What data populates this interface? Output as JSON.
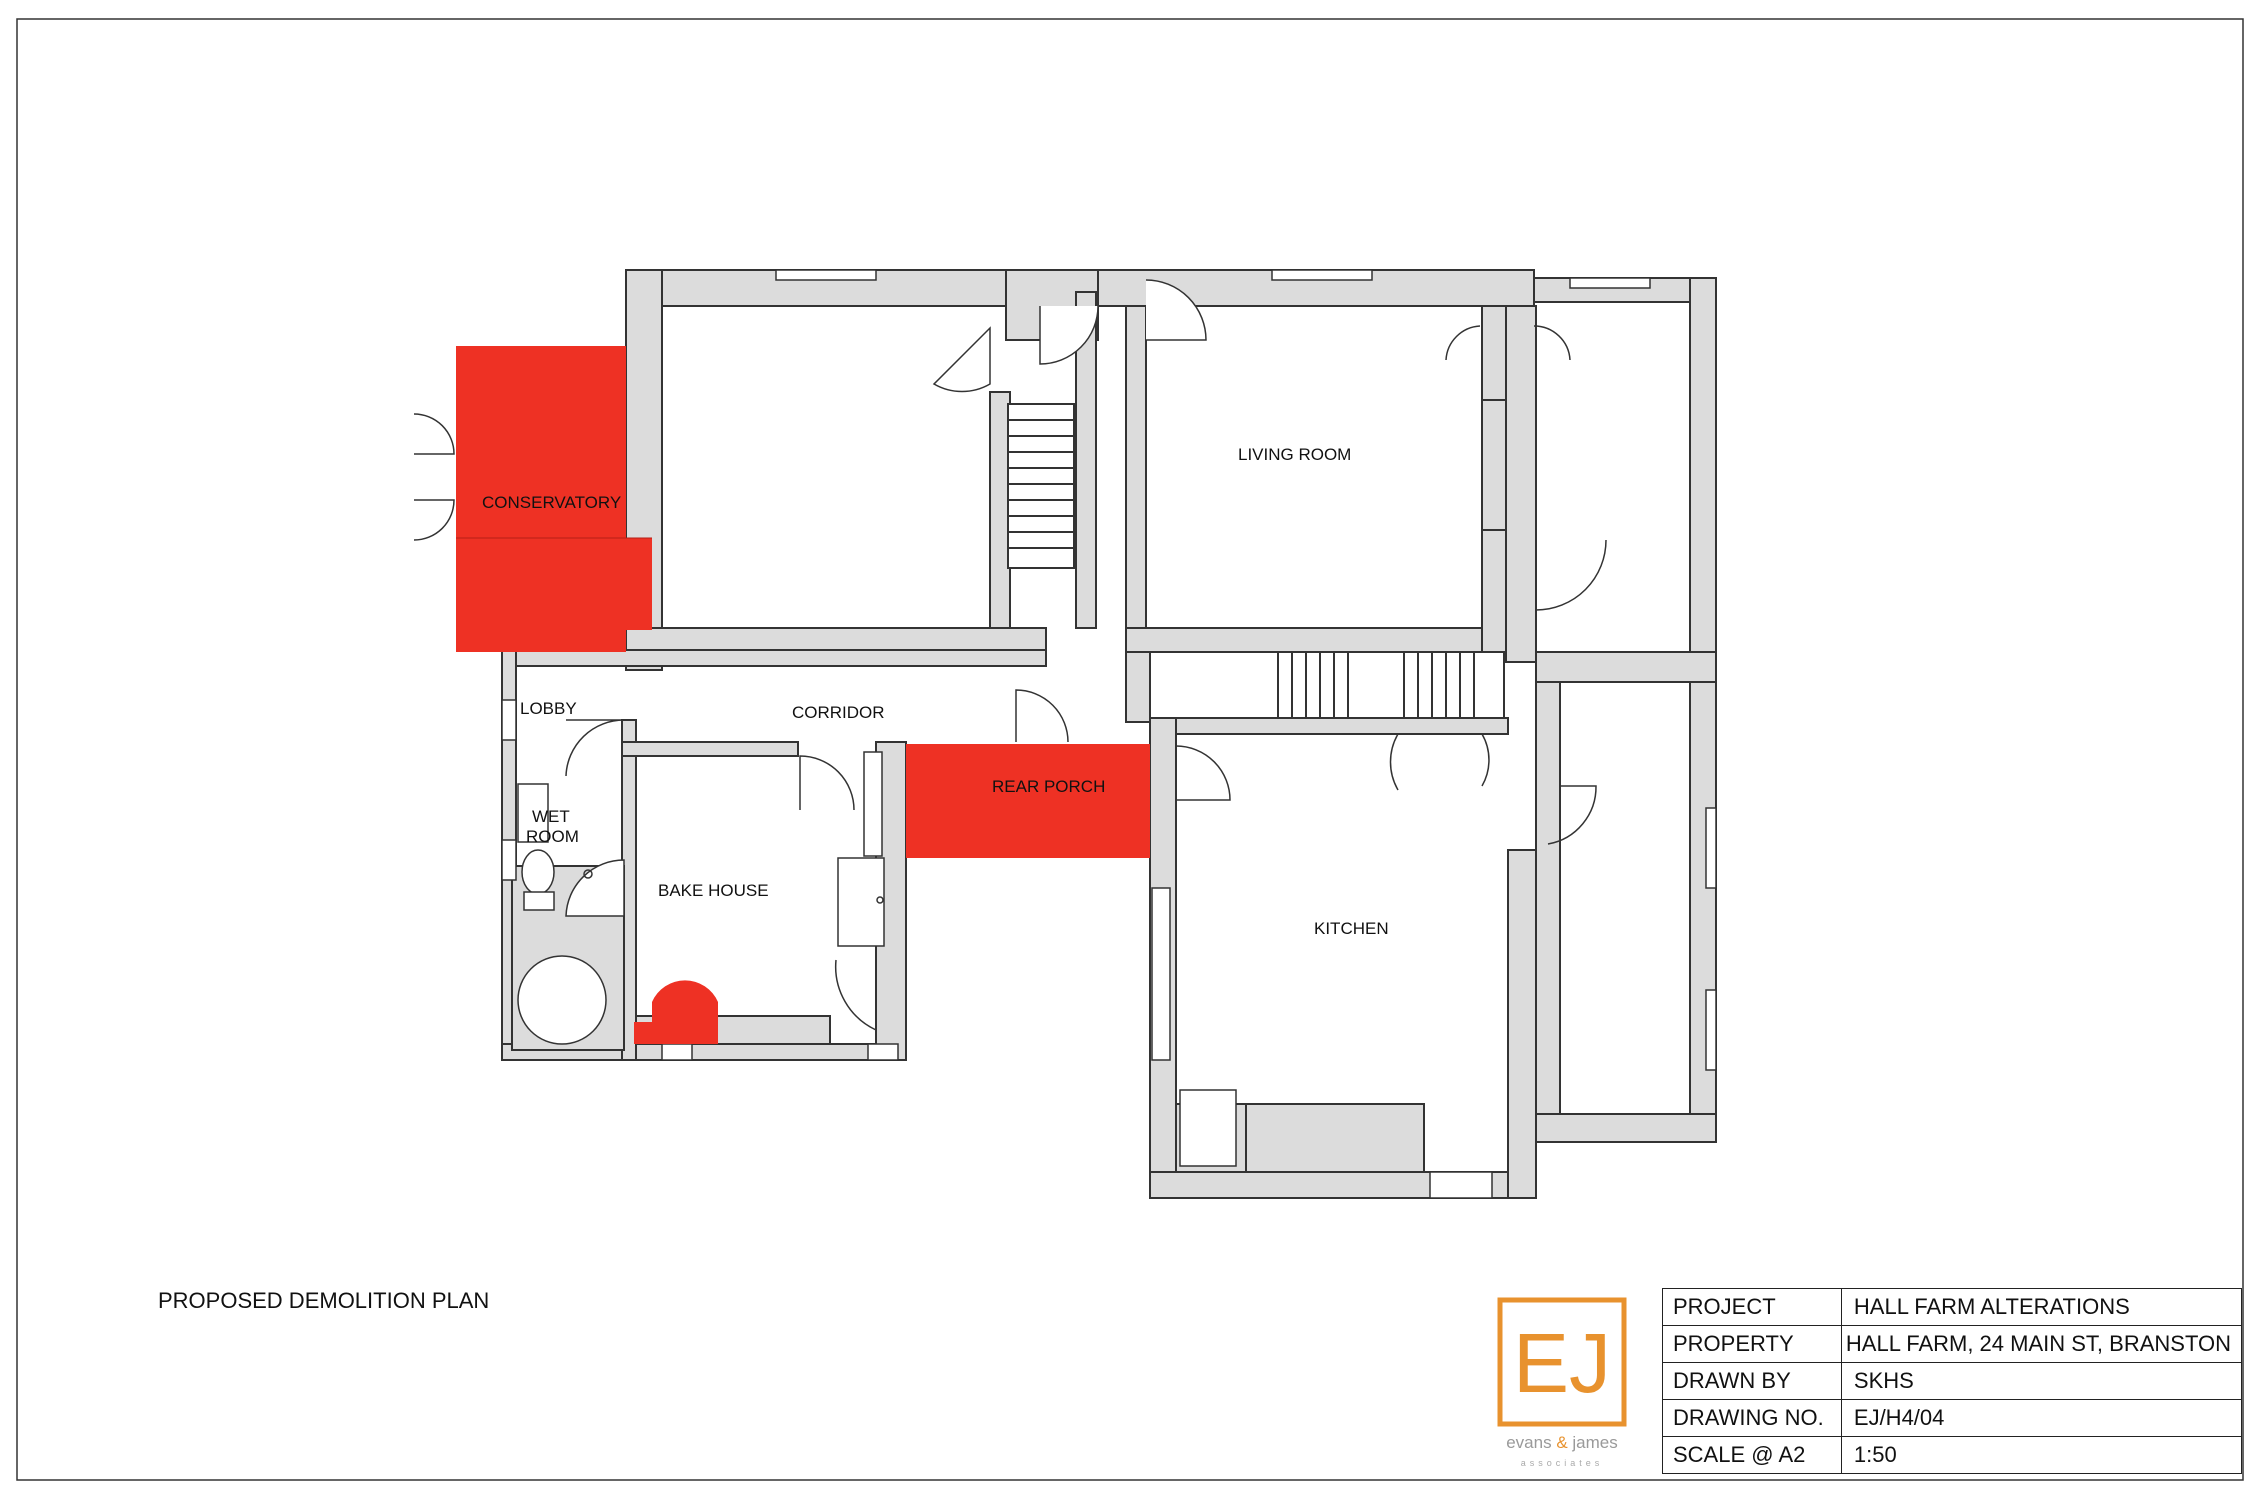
{
  "rooms": {
    "conservatory": "CONSERVATORY",
    "living_room": "LIVING ROOM",
    "lobby": "LOBBY",
    "corridor": "CORRIDOR",
    "rear_porch": "REAR PORCH",
    "wet": "WET",
    "room": "ROOM",
    "bake_house": "BAKE HOUSE",
    "kitchen": "KITCHEN"
  },
  "plan_title": "PROPOSED DEMOLITION PLAN",
  "logo": {
    "monogram": "EJ",
    "brand_left": "evans",
    "brand_amp": "&",
    "brand_right": "james",
    "sub": "associates"
  },
  "title_block": {
    "project_label": "PROJECT",
    "project_value": "HALL FARM ALTERATIONS",
    "property_label": "PROPERTY",
    "property_value": "HALL FARM, 24 MAIN ST, BRANSTON",
    "drawn_by_label": "DRAWN BY",
    "drawn_by_value": "SKHS",
    "drawing_no_label": "DRAWING NO.",
    "drawing_no_value": "EJ/H4/04",
    "scale_label": "SCALE @ A2",
    "scale_value": "1:50"
  },
  "colors": {
    "wall_fill": "#dcdcdc",
    "wall_stroke": "#333333",
    "demolition": "#ee3124",
    "logo_orange": "#e8922e"
  }
}
